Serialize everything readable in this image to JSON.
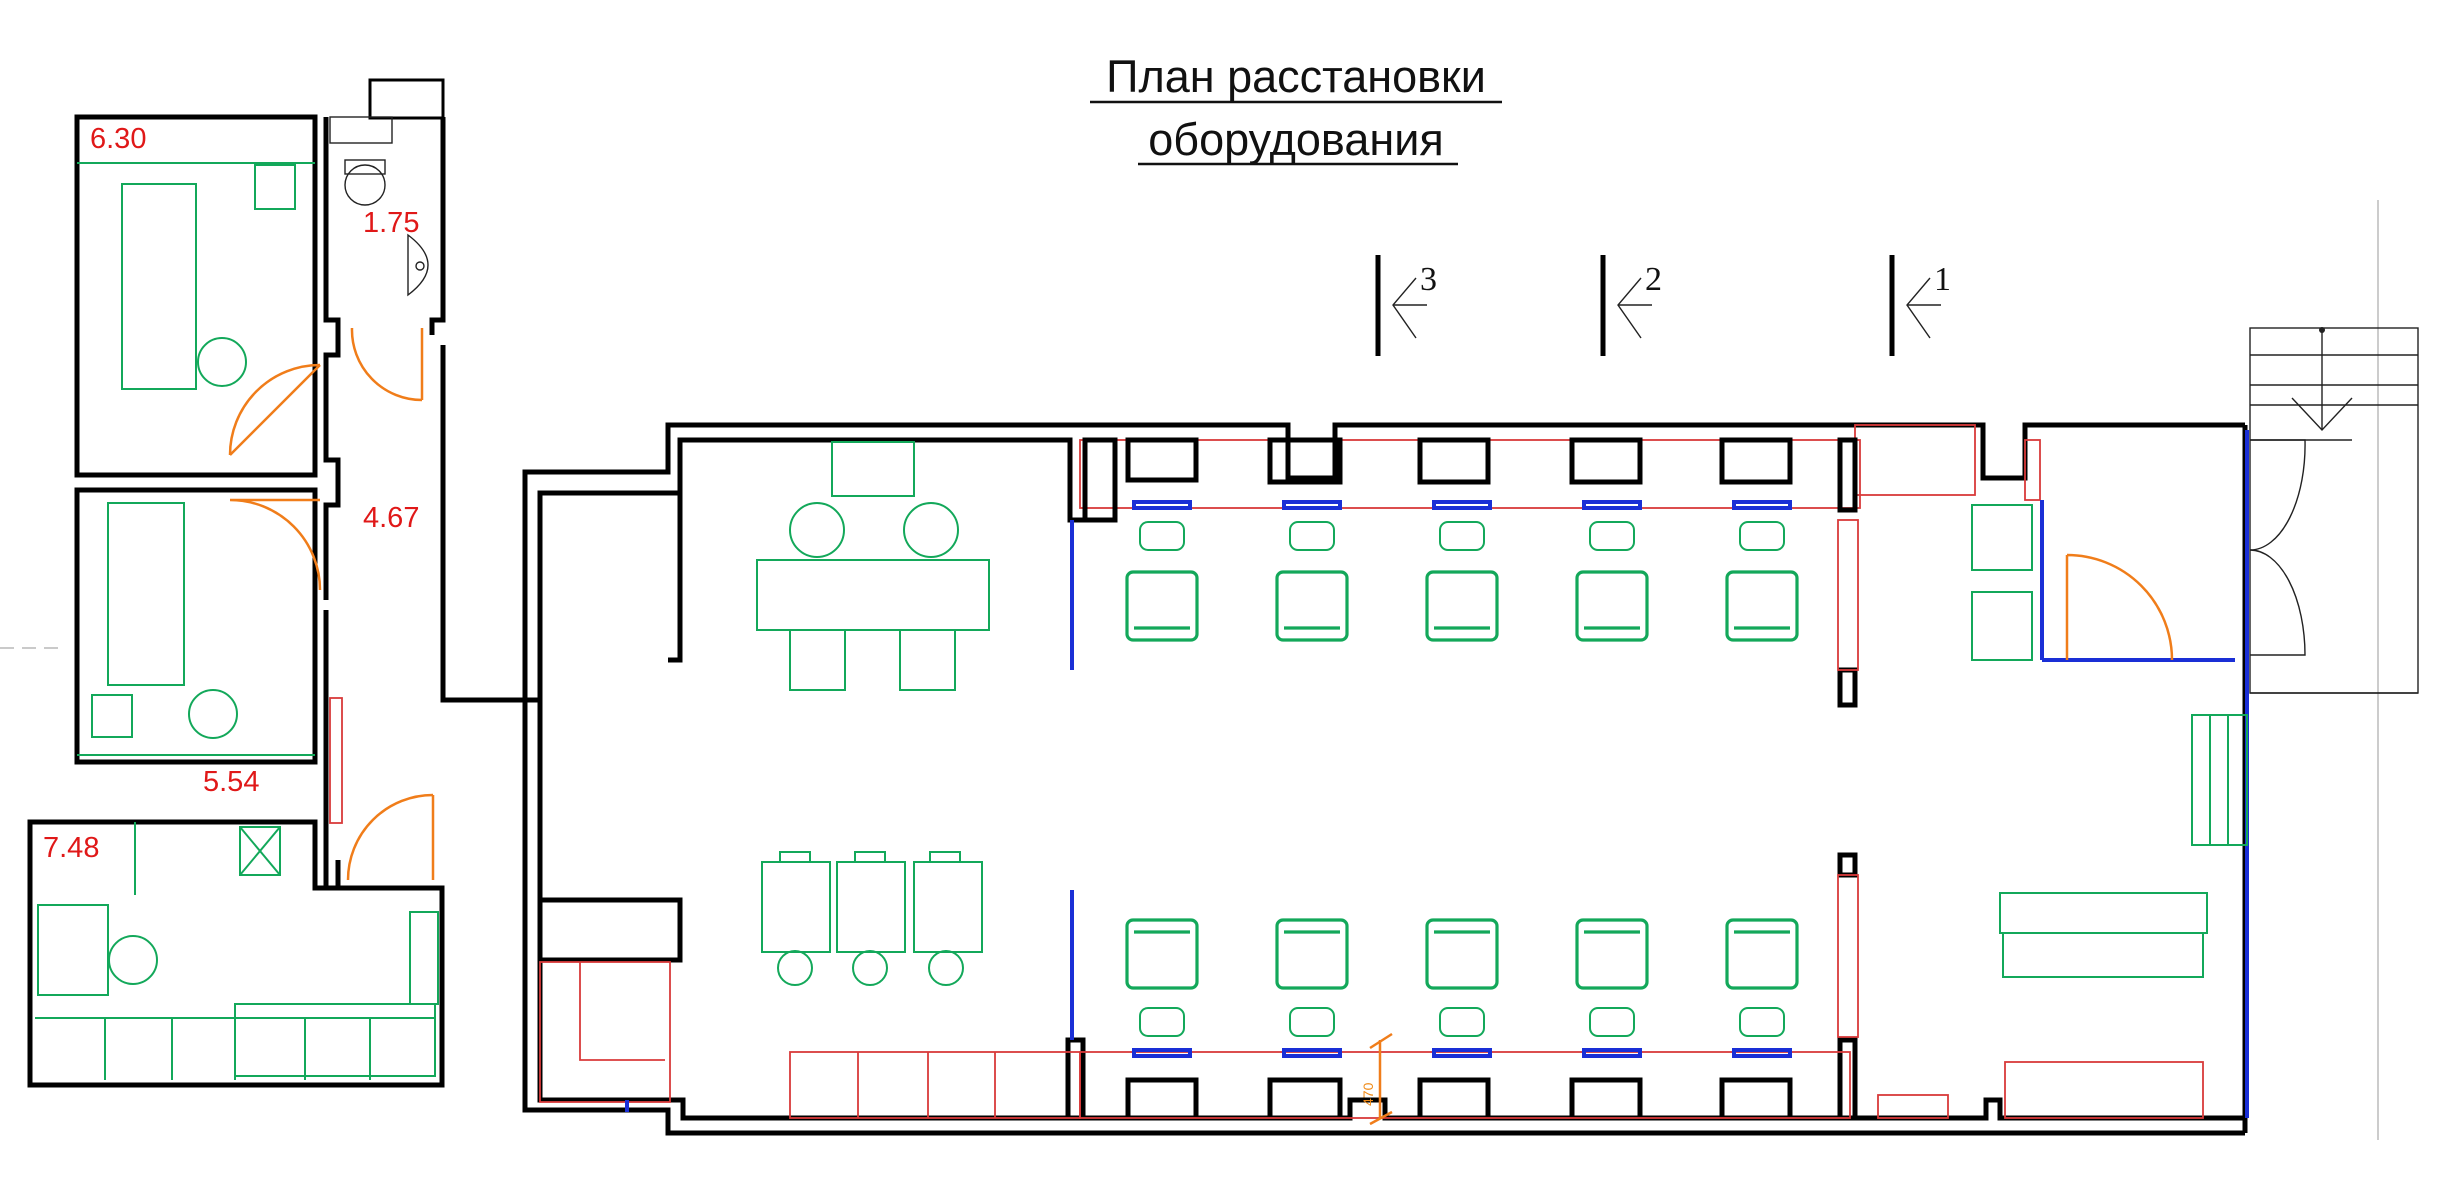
{
  "title": {
    "line1": "План расстановки",
    "line2": "оборудования"
  },
  "rooms": [
    {
      "id": "office-top",
      "area": "6.30"
    },
    {
      "id": "wc",
      "area": "1.75"
    },
    {
      "id": "corridor",
      "area": "4.67"
    },
    {
      "id": "office-middle",
      "area": "5.54"
    },
    {
      "id": "staff-room",
      "area": "7.48"
    }
  ],
  "sections": [
    "3",
    "2",
    "1"
  ],
  "dimension": "470",
  "colors": {
    "walls": "#000000",
    "furniture": "#13a85a",
    "casework": "#d93a3a",
    "doors": "#f07d1a",
    "glazing": "#1a2fd6",
    "area_labels": "#e01818"
  }
}
